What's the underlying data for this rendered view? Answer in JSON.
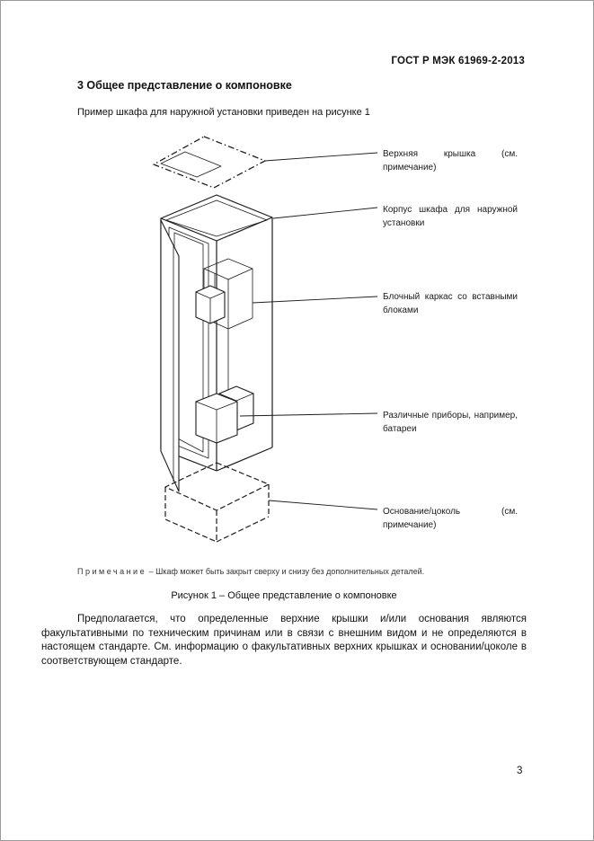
{
  "page": {
    "header": "ГОСТ Р МЭК 61969-2-2013",
    "section_title": "3 Общее представление о компоновке",
    "intro": "Пример шкафа для наружной установки приведен на рисунке 1",
    "page_number": "3"
  },
  "figure": {
    "labels": [
      {
        "text": "Верхняя крышка (см. примечание)"
      },
      {
        "text": "Корпус шкафа для наружной установки"
      },
      {
        "text": "Блочный каркас со вставными блоками"
      },
      {
        "text": "Различные приборы, например, батареи"
      },
      {
        "text": "Основание/цоколь (см. примечание)"
      }
    ],
    "note_label": "Примечание",
    "note_text": "–  Шкаф может быть закрыт сверху и снизу без дополнительных деталей.",
    "caption": "Рисунок 1 – Общее представление о компоновке"
  },
  "body": {
    "paragraph": "Предполагается, что определенные верхние крышки и/или основания являются факультативными по техническим причинам или в связи с внешним видом и не определяются в настоящем стандарте. См. информацию о факультативных верхних крышках и основании/цоколе в соответствующем стандарте."
  }
}
